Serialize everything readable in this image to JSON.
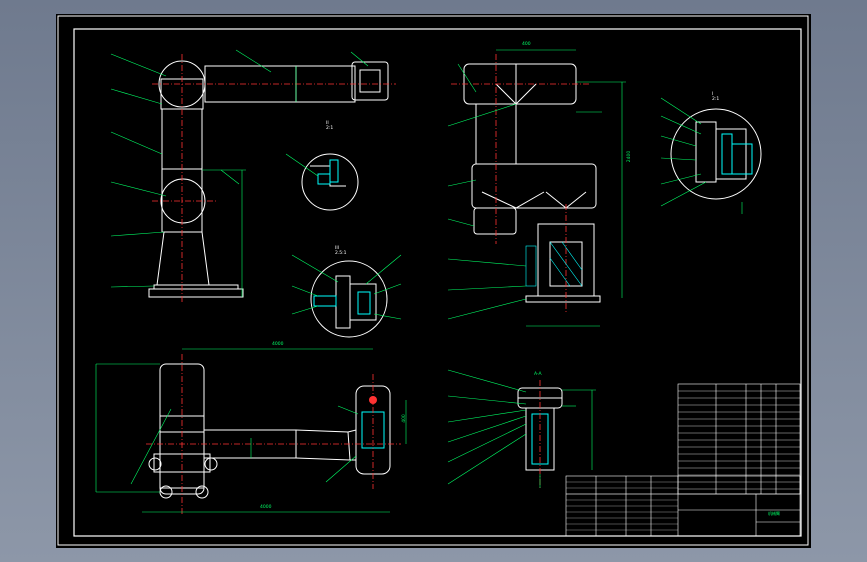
{
  "drawing": {
    "background_color": "#000000",
    "frame_color": "#ffffff",
    "outline_color": "#ffffff",
    "centerline_color": "#ff3333",
    "leader_color": "#00ff66",
    "dimension_color": "#00ff66",
    "hatch_color": "#00ffff"
  },
  "section_labels": {
    "view_II": "II",
    "view_II_scale": "2:1",
    "view_III": "III",
    "view_III_scale": "2.5:1",
    "view_I": "I",
    "view_I_scale": "2:1",
    "view_AA": "A-A"
  },
  "dimensions": {
    "top_right_width": "400",
    "top_right_height": "2400",
    "bottom_left_length": "4000",
    "bottom_left_total": "4000",
    "small_height": "400"
  },
  "title_block": {
    "title_cell": "机械臂"
  }
}
